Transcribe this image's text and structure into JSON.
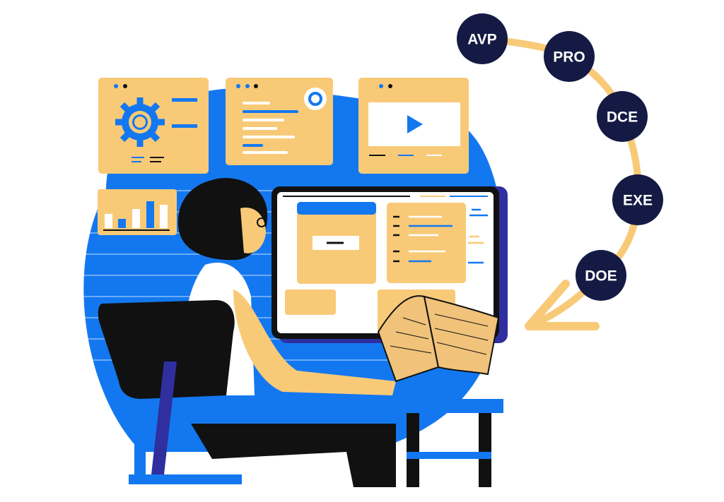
{
  "workflow_steps": [
    {
      "label": "AVP"
    },
    {
      "label": "PRO"
    },
    {
      "label": "DCE"
    },
    {
      "label": "EXE"
    },
    {
      "label": "DOE"
    }
  ],
  "colors": {
    "blue": "#1378f0",
    "peach": "#f8ca78",
    "navy": "#141a44",
    "black": "#111111",
    "indigo": "#2f2fa0"
  }
}
